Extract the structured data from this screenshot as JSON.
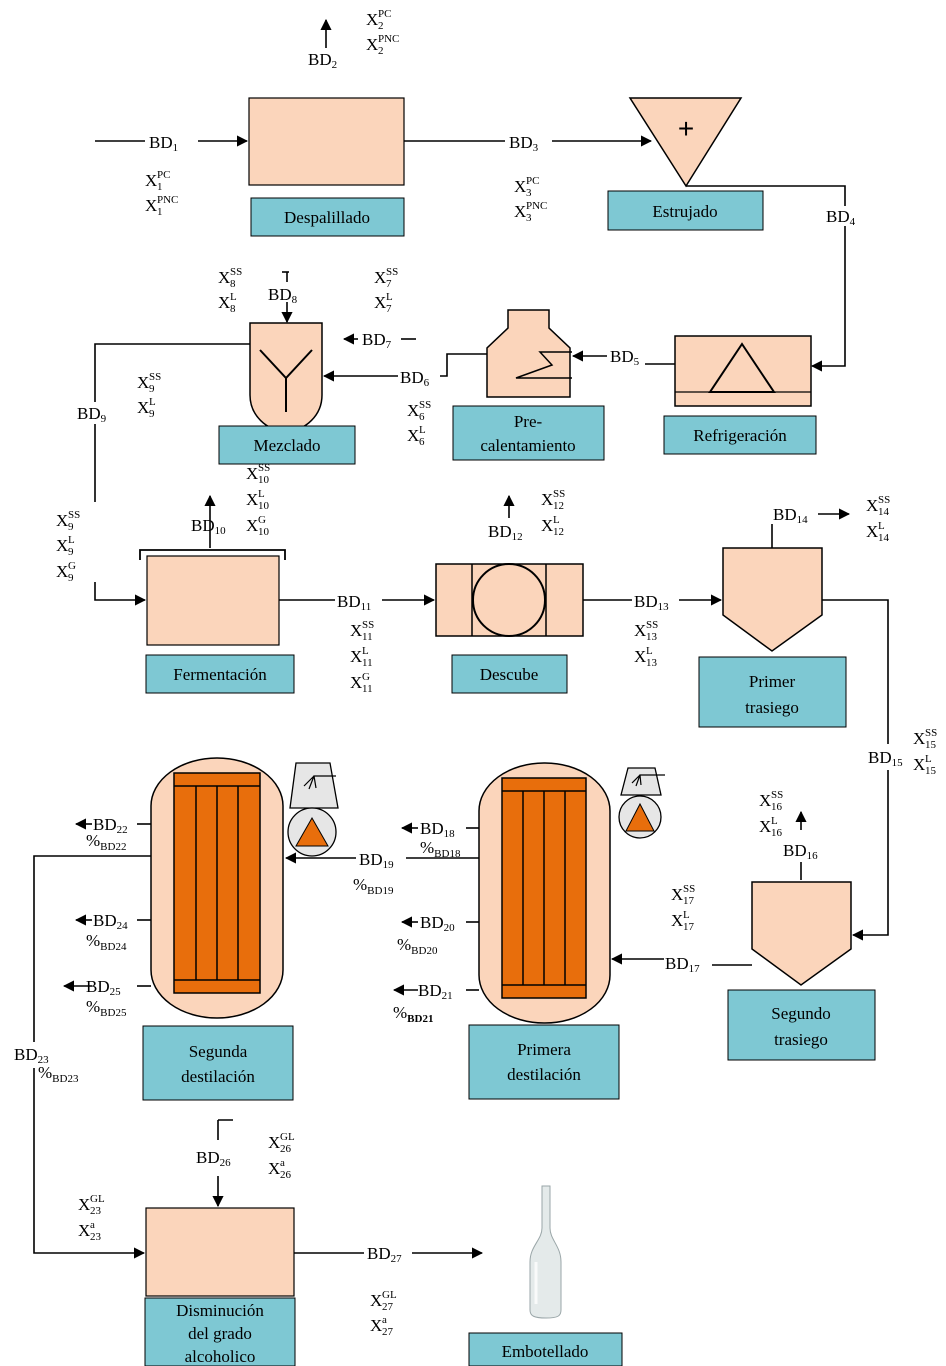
{
  "colors": {
    "equipment": "#fbd5bb",
    "label_box": "#7ec8d3",
    "column_fill": "#e86e0c",
    "vessel_outline": "#000000",
    "pump_fill": "#e86e0c",
    "condenser": "#e6e6e6"
  },
  "process_boxes": {
    "despalillado": "Despalillado",
    "estrujado": "Estrujado",
    "refrigeracion": "Refrigeración",
    "precalentamiento_1": "Pre-",
    "precalentamiento_2": "calentamiento",
    "mezclado": "Mezclado",
    "fermentacion": "Fermentación",
    "descube": "Descube",
    "primer_trasiego_1": "Primer",
    "primer_trasiego_2": "trasiego",
    "segundo_trasiego_1": "Segundo",
    "segundo_trasiego_2": "trasiego",
    "primera_destilacion_1": "Primera",
    "primera_destilacion_2": "destilación",
    "segunda_destilacion_1": "Segunda",
    "segunda_destilacion_2": "destilación",
    "disminucion_1": "Disminución",
    "disminucion_2": "del grado",
    "disminucion_3": "alcoholico",
    "embotellado": "Embotellado"
  },
  "symbols": {
    "plus": "+"
  },
  "streams": {
    "bd1": {
      "main": "BD",
      "sub": "1"
    },
    "bd2": {
      "main": "BD",
      "sub": "2"
    },
    "bd3": {
      "main": "BD",
      "sub": "3"
    },
    "bd4": {
      "main": "BD",
      "sub": "4"
    },
    "bd5": {
      "main": "BD",
      "sub": "5"
    },
    "bd6": {
      "main": "BD",
      "sub": "6"
    },
    "bd7": {
      "main": "BD",
      "sub": "7"
    },
    "bd8": {
      "main": "BD",
      "sub": "8"
    },
    "bd9": {
      "main": "BD",
      "sub": "9"
    },
    "bd10": {
      "main": "BD",
      "sub": "10"
    },
    "bd11": {
      "main": "BD",
      "sub": "11"
    },
    "bd12": {
      "main": "BD",
      "sub": "12"
    },
    "bd13": {
      "main": "BD",
      "sub": "13"
    },
    "bd14": {
      "main": "BD",
      "sub": "14"
    },
    "bd15": {
      "main": "BD",
      "sub": "15"
    },
    "bd16": {
      "main": "BD",
      "sub": "16"
    },
    "bd17": {
      "main": "BD",
      "sub": "17"
    },
    "bd18": {
      "main": "BD",
      "sub": "18"
    },
    "bd19": {
      "main": "BD",
      "sub": "19"
    },
    "bd20": {
      "main": "BD",
      "sub": "20"
    },
    "bd21": {
      "main": "BD",
      "sub": "21"
    },
    "bd22": {
      "main": "BD",
      "sub": "22"
    },
    "bd23": {
      "main": "BD",
      "sub": "23"
    },
    "bd24": {
      "main": "BD",
      "sub": "24"
    },
    "bd25": {
      "main": "BD",
      "sub": "25"
    },
    "bd26": {
      "main": "BD",
      "sub": "26"
    },
    "bd27": {
      "main": "BD",
      "sub": "27"
    }
  },
  "percents": {
    "p18": {
      "main": "%",
      "sub": "BD18"
    },
    "p19": {
      "main": "%",
      "sub": "BD19"
    },
    "p20": {
      "main": "%",
      "sub": "BD20"
    },
    "p21": {
      "main": "%",
      "sub": "BD21"
    },
    "p22": {
      "main": "%",
      "sub": "BD22"
    },
    "p23": {
      "main": "%",
      "sub": "BD23"
    },
    "p24": {
      "main": "%",
      "sub": "BD24"
    },
    "p25": {
      "main": "%",
      "sub": "BD25"
    }
  },
  "compositions": {
    "x1pc": {
      "main": "X",
      "sup": "PC",
      "sub": "1"
    },
    "x1pnc": {
      "main": "X",
      "sup": "PNC",
      "sub": "1"
    },
    "x2pc": {
      "main": "X",
      "sup": "PC",
      "sub": "2"
    },
    "x2pnc": {
      "main": "X",
      "sup": "PNC",
      "sub": "2"
    },
    "x3pc": {
      "main": "X",
      "sup": "PC",
      "sub": "3"
    },
    "x3pnc": {
      "main": "X",
      "sup": "PNC",
      "sub": "3"
    },
    "x6ss": {
      "main": "X",
      "sup": "SS",
      "sub": "6"
    },
    "x6l": {
      "main": "X",
      "sup": "L",
      "sub": "6"
    },
    "x7ss": {
      "main": "X",
      "sup": "SS",
      "sub": "7"
    },
    "x7l": {
      "main": "X",
      "sup": "L",
      "sub": "7"
    },
    "x8ss": {
      "main": "X",
      "sup": "SS",
      "sub": "8"
    },
    "x8l": {
      "main": "X",
      "sup": "L",
      "sub": "8"
    },
    "x9ss_a": {
      "main": "X",
      "sup": "SS",
      "sub": "9"
    },
    "x9l_a": {
      "main": "X",
      "sup": "L",
      "sub": "9"
    },
    "x9ss_b": {
      "main": "X",
      "sup": "SS",
      "sub": "9"
    },
    "x9l_b": {
      "main": "X",
      "sup": "L",
      "sub": "9"
    },
    "x9g_b": {
      "main": "X",
      "sup": "G",
      "sub": "9"
    },
    "x10ss": {
      "main": "X",
      "sup": "SS",
      "sub": "10"
    },
    "x10l": {
      "main": "X",
      "sup": "L",
      "sub": "10"
    },
    "x10g": {
      "main": "X",
      "sup": "G",
      "sub": "10"
    },
    "x11ss": {
      "main": "X",
      "sup": "SS",
      "sub": "11"
    },
    "x11l": {
      "main": "X",
      "sup": "L",
      "sub": "11"
    },
    "x11g": {
      "main": "X",
      "sup": "G",
      "sub": "11"
    },
    "x12ss": {
      "main": "X",
      "sup": "SS",
      "sub": "12"
    },
    "x12l": {
      "main": "X",
      "sup": "L",
      "sub": "12"
    },
    "x13ss": {
      "main": "X",
      "sup": "SS",
      "sub": "13"
    },
    "x13l": {
      "main": "X",
      "sup": "L",
      "sub": "13"
    },
    "x14ss": {
      "main": "X",
      "sup": "SS",
      "sub": "14"
    },
    "x14l": {
      "main": "X",
      "sup": "L",
      "sub": "14"
    },
    "x15ss": {
      "main": "X",
      "sup": "SS",
      "sub": "15"
    },
    "x15l": {
      "main": "X",
      "sup": "L",
      "sub": "15"
    },
    "x16ss": {
      "main": "X",
      "sup": "SS",
      "sub": "16"
    },
    "x16l": {
      "main": "X",
      "sup": "L",
      "sub": "16"
    },
    "x17ss": {
      "main": "X",
      "sup": "SS",
      "sub": "17"
    },
    "x17l": {
      "main": "X",
      "sup": "L",
      "sub": "17"
    },
    "x23gl": {
      "main": "X",
      "sup": "GL",
      "sub": "23"
    },
    "x23a": {
      "main": "X",
      "sup": "a",
      "sub": "23"
    },
    "x26gl": {
      "main": "X",
      "sup": "GL",
      "sub": "26"
    },
    "x26a": {
      "main": "X",
      "sup": "a",
      "sub": "26"
    },
    "x27gl": {
      "main": "X",
      "sup": "GL",
      "sub": "27"
    },
    "x27a": {
      "main": "X",
      "sup": "a",
      "sub": "27"
    }
  }
}
